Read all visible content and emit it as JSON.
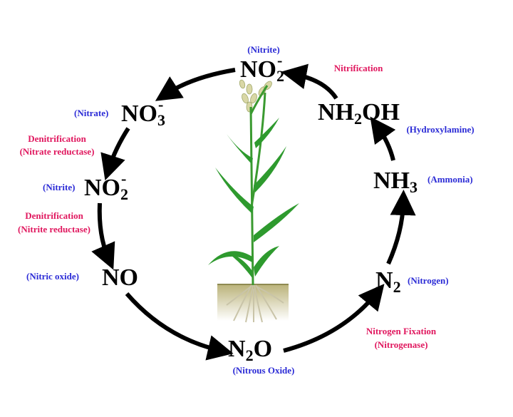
{
  "nodes": {
    "no2_top": {
      "formula": "NO",
      "sub": "2",
      "sup": "-",
      "name": "(Nitrite)"
    },
    "no3": {
      "formula": "NO",
      "sub": "3",
      "sup": "-",
      "name": "(Nitrate)"
    },
    "no2_left": {
      "formula": "NO",
      "sub": "2",
      "sup": "-",
      "name": "(Nitrite)"
    },
    "no": {
      "formula": "NO",
      "name": "(Nitric oxide)"
    },
    "n2o": {
      "formula_a": "N",
      "sub": "2",
      "formula_b": "O",
      "name": "(Nitrous Oxide)"
    },
    "n2": {
      "formula": "N",
      "sub": "2",
      "name": "(Nitrogen)"
    },
    "nh3": {
      "formula": "NH",
      "sub": "3",
      "name": "(Ammonia)"
    },
    "nh2oh": {
      "formula_a": "NH",
      "sub": "2",
      "formula_b": "OH",
      "name": "(Hydroxylamine)"
    }
  },
  "processes": {
    "nitrification": "Nitrification",
    "denit_nitrate": {
      "line1": "Denitrification",
      "line2": "(Nitrate reductase)"
    },
    "denit_nitrite": {
      "line1": "Denitrification",
      "line2": "(Nitrite reductase)"
    },
    "fixation": {
      "line1": "Nitrogen Fixation",
      "line2": "(Nitrogenase)"
    }
  },
  "colors": {
    "compound_name": "#2b2bd6",
    "process_label": "#e0175e",
    "arrow": "#000000",
    "plant_green": "#2e9a2e",
    "soil_top": "#bdb67a"
  },
  "icons": {
    "center": "plant-with-roots-icon"
  }
}
